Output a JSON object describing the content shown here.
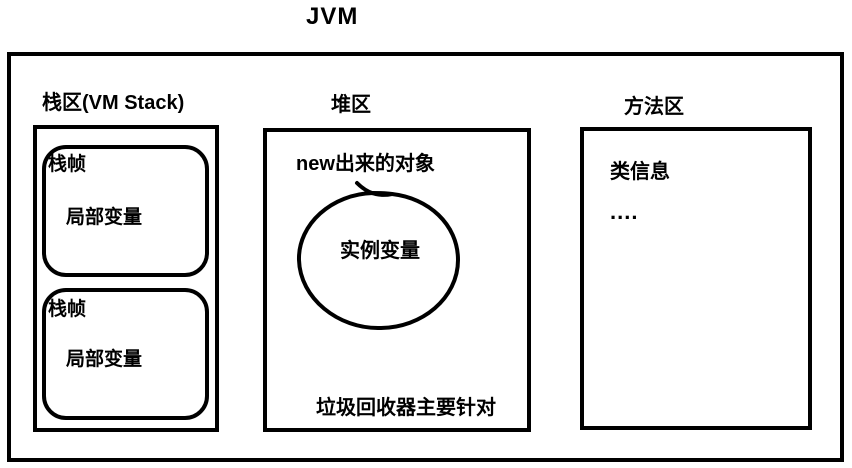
{
  "title": "JVM",
  "stack": {
    "label": "栈区(VM Stack)",
    "frames": [
      {
        "title": "栈帧",
        "content": "局部变量"
      },
      {
        "title": "栈帧",
        "content": "局部变量"
      }
    ]
  },
  "heap": {
    "label": "堆区",
    "new_object_label": "new出来的对象",
    "instance_label": "实例变量",
    "gc_note": "垃圾回收器主要针对"
  },
  "method_area": {
    "label": "方法区",
    "class_info": "类信息",
    "ellipsis": "...."
  },
  "colors": {
    "stroke": "#000000",
    "background": "#ffffff",
    "text": "#000000"
  }
}
